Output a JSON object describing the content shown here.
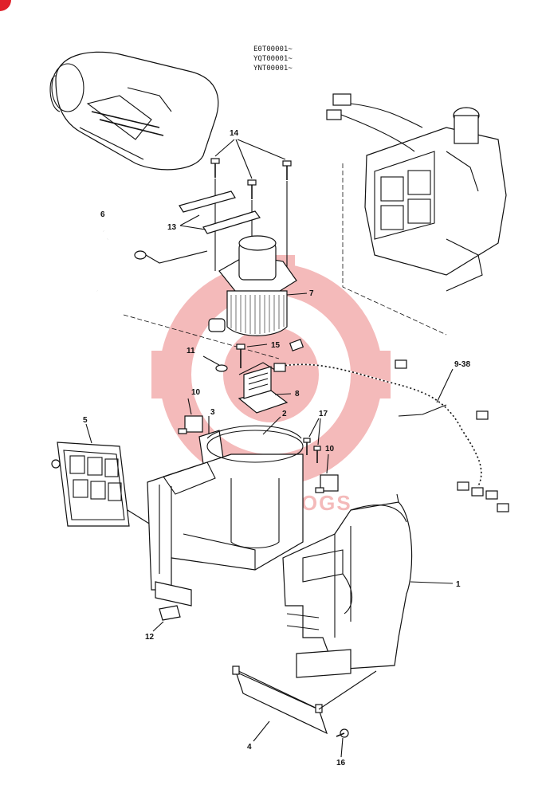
{
  "serial_numbers": [
    "E0T00001~",
    "YQT00001~",
    "YNT00001~"
  ],
  "callouts": {
    "c1": "1",
    "c2": "2",
    "c3": "3",
    "c4": "4",
    "c5": "5",
    "c6": "6",
    "c7": "7",
    "c8": "8",
    "c9": "9-38",
    "c10a": "10",
    "c10b": "10",
    "c11": "11",
    "c12": "12",
    "c13": "13",
    "c14": "14",
    "c15": "15",
    "c16": "16",
    "c17": "17"
  },
  "watermark": {
    "text": "EPCATALOGS",
    "color": "#e23b3b"
  },
  "colors": {
    "line": "#111111",
    "watermark": "#f2b8b8",
    "corner_badge": "#e0202a"
  }
}
